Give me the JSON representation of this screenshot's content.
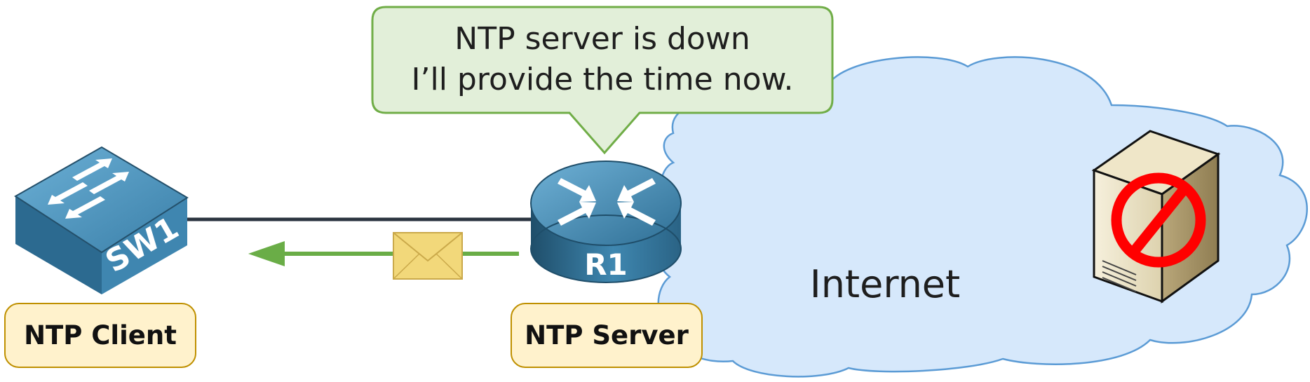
{
  "callout": {
    "line1": "NTP server is down",
    "line2": "I’ll provide the time now."
  },
  "devices": {
    "switch": {
      "name": "SW1",
      "role": "NTP Client",
      "icon": "switch-icon"
    },
    "router": {
      "name": "R1",
      "role": "NTP Server",
      "icon": "router-icon"
    },
    "server": {
      "icon": "server-icon",
      "status": "blocked",
      "status_icon": "prohibited-icon"
    }
  },
  "cloud": {
    "label": "Internet"
  },
  "message": {
    "icon": "envelope-icon",
    "direction": "R1 to SW1"
  },
  "colors": {
    "device_blue": "#3d86b0",
    "device_blue_dark": "#21506d",
    "link": "#2b3440",
    "arrow_green": "#6aad47",
    "callout_fill": "#e2efd9",
    "callout_stroke": "#70ad47",
    "label_fill": "#fff2cc",
    "label_stroke": "#bf9000",
    "cloud_fill": "#d6e8fb",
    "cloud_stroke": "#5b9bd5",
    "envelope": "#f2d87a",
    "prohibited": "#ff0000"
  }
}
